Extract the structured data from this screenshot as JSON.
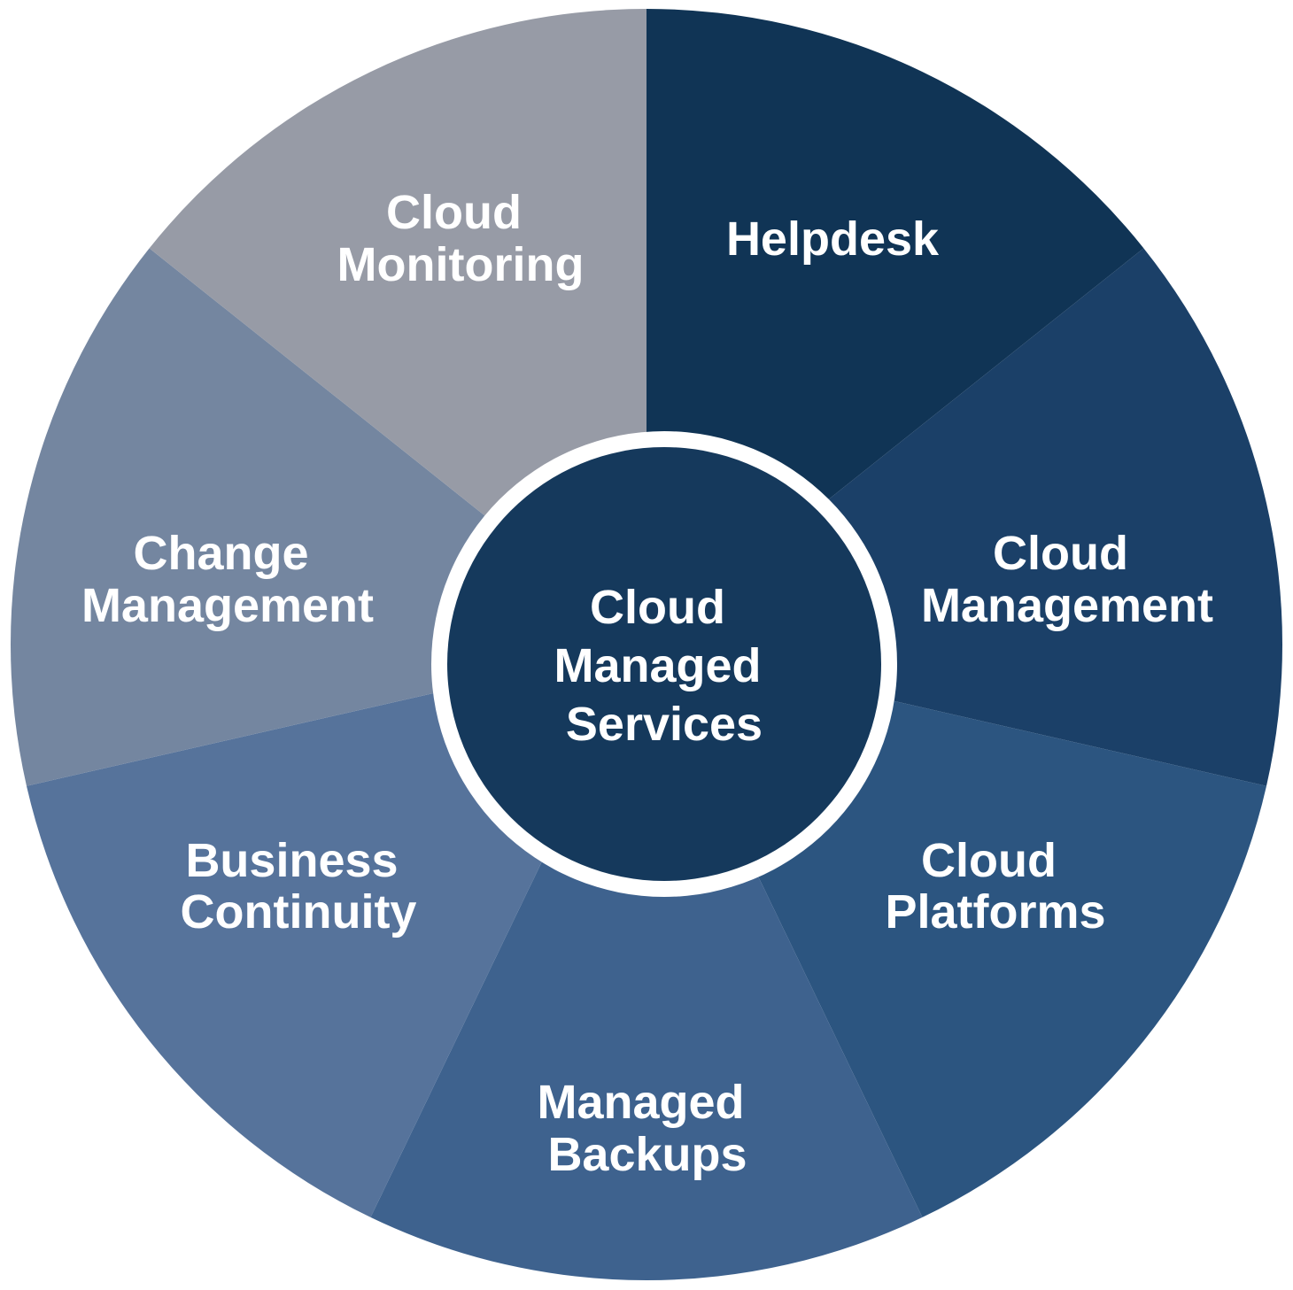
{
  "center": {
    "lines": [
      "Cloud",
      "Managed",
      "Services"
    ],
    "color": "#15395c",
    "ring_color": "#ffffff"
  },
  "segments": [
    {
      "lines": [
        "Helpdesk"
      ],
      "color": "#103455"
    },
    {
      "lines": [
        "Cloud",
        "Management"
      ],
      "color": "#1b4068"
    },
    {
      "lines": [
        "Cloud",
        "Platforms"
      ],
      "color": "#2c5580"
    },
    {
      "lines": [
        "Managed",
        "Backups"
      ],
      "color": "#3e628e"
    },
    {
      "lines": [
        "Business",
        "Continuity"
      ],
      "color": "#56739b"
    },
    {
      "lines": [
        "Change",
        "Management"
      ],
      "color": "#7486a0"
    },
    {
      "lines": [
        "Cloud",
        "Monitoring"
      ],
      "color": "#979ba6"
    }
  ]
}
